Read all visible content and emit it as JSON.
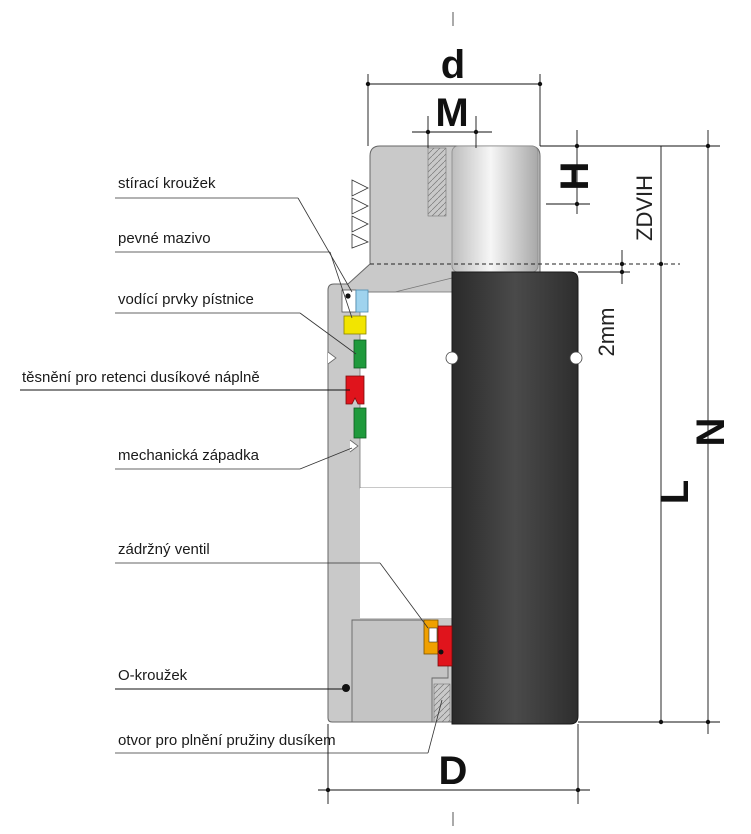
{
  "labels": {
    "wiper_ring": "stírací kroužek",
    "solid_lubricant": "pevné mazivo",
    "rod_guides": "vodící prvky pístnice",
    "nitrogen_seal": "těsnění pro retenci dusíkové náplně",
    "mechanical_latch": "mechanická západka",
    "check_valve": "zádržný ventil",
    "o_ring": "O-kroužek",
    "fill_port": "otvor pro plnění pružiny dusíkem"
  },
  "dimensions": {
    "d": "d",
    "M": "M",
    "H": "H",
    "stroke": "ZDVIH",
    "two_mm": "2mm",
    "L": "L",
    "N": "N",
    "D": "D"
  },
  "colors": {
    "body_gray": "#c9c9c9",
    "rod_dark": "#3a3a3a",
    "wiper_blue": "#9fd3ee",
    "lubricant_yellow": "#f2e500",
    "guide_green": "#1f9a3c",
    "seal_red": "#e0141c",
    "valve_orange": "#f0a000"
  }
}
